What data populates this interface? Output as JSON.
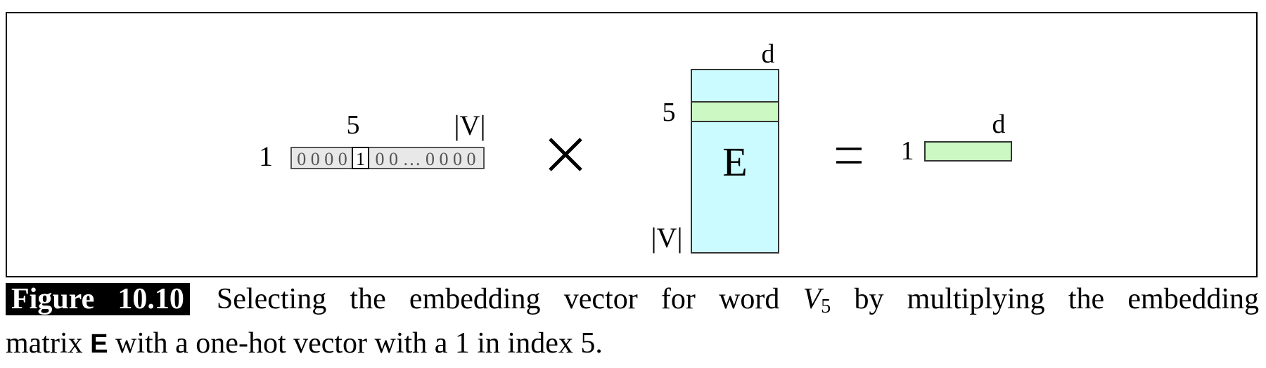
{
  "diagram": {
    "one_hot_vector": {
      "row_label": "1",
      "index_label": "5",
      "length_label": "|V|",
      "left_zeros": "0 0 0 0",
      "hot_value": "1",
      "right_zeros": "0 0 … 0 0 0 0"
    },
    "times_symbol": "×",
    "embedding_matrix": {
      "name": "E",
      "width_label": "d",
      "row_label": "5",
      "height_label": "|V|"
    },
    "equals_symbol": "=",
    "result_vector": {
      "row_label": "1",
      "width_label": "d"
    },
    "colors": {
      "matrix_fill": "#ccfbff",
      "selected_row_fill": "#ccf8c4",
      "vector_fill": "#e8e8e8",
      "result_fill": "#ccf8c4"
    }
  },
  "caption": {
    "label": "Figure 10.10",
    "text_part1": "Selecting the embedding vector for word ",
    "var": "V",
    "var_sub": "5",
    "text_part2": " by multiplying the embedding",
    "text_part3": "matrix ",
    "matrix_symbol": "E",
    "text_part4": " with a one-hot vector with a 1 in index 5."
  }
}
